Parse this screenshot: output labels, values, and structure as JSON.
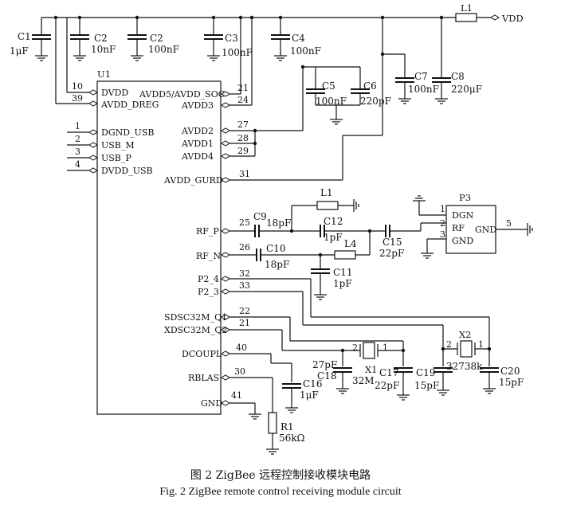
{
  "supply": {
    "net": "VDD"
  },
  "components": {
    "C1": {
      "ref": "C1",
      "value": "1μF"
    },
    "C2a": {
      "ref": "C2",
      "value": "10nF"
    },
    "C2b": {
      "ref": "C2",
      "value": "100nF"
    },
    "C3": {
      "ref": "C3",
      "value": "100nF"
    },
    "C4": {
      "ref": "C4",
      "value": "100nF"
    },
    "C5": {
      "ref": "C5",
      "value": "100nF"
    },
    "C6": {
      "ref": "C6",
      "value": "220pF"
    },
    "C7": {
      "ref": "C7",
      "value": "100nF"
    },
    "C8": {
      "ref": "C8",
      "value": "220μF"
    },
    "L1top": {
      "ref": "L1"
    },
    "L1rf": {
      "ref": "L1"
    },
    "L4": {
      "ref": "L4"
    },
    "C9": {
      "ref": "C9",
      "value": "18pF"
    },
    "C10": {
      "ref": "C10",
      "value": "18pF"
    },
    "C11": {
      "ref": "C11",
      "value": "1pF"
    },
    "C12": {
      "ref": "C12",
      "value": "1pF"
    },
    "C15": {
      "ref": "C15",
      "value": "22pF"
    },
    "C16": {
      "ref": "C16",
      "value": "1μF"
    },
    "C17": {
      "ref": "C17",
      "value": "22pF"
    },
    "C18": {
      "ref": "C18",
      "value": "27pF"
    },
    "C19": {
      "ref": "C19",
      "value": "15pF"
    },
    "C20": {
      "ref": "C20",
      "value": "15pF"
    },
    "R1": {
      "ref": "R1",
      "value": "56kΩ"
    },
    "X1": {
      "ref": "X1",
      "value": "32M"
    },
    "X2": {
      "ref": "X2",
      "value": "32738k"
    }
  },
  "u1": {
    "ref": "U1",
    "left_pins": [
      {
        "num": "10",
        "name": "DVDD"
      },
      {
        "num": "39",
        "name": "AVDD_DREG"
      },
      {
        "num": "1",
        "name": "DGND_USB"
      },
      {
        "num": "2",
        "name": "USB_M"
      },
      {
        "num": "3",
        "name": "USB_P"
      },
      {
        "num": "4",
        "name": "DVDD_USB"
      }
    ],
    "right_pins": [
      {
        "num": "21",
        "name": "AVDD5/AVDD_SOC"
      },
      {
        "num": "24",
        "name": "AVDD3"
      },
      {
        "num": "27",
        "name": "AVDD2"
      },
      {
        "num": "28",
        "name": "AVDD1"
      },
      {
        "num": "29",
        "name": "AVDD4"
      },
      {
        "num": "31",
        "name": "AVDD_GURD"
      },
      {
        "num": "25",
        "name": "RF_P"
      },
      {
        "num": "26",
        "name": "RF_N"
      },
      {
        "num": "32",
        "name": "P2_4"
      },
      {
        "num": "33",
        "name": "P2_3"
      },
      {
        "num": "22",
        "name": "SDSC32M_Q1"
      },
      {
        "num": "21",
        "name": "XDSC32M_Q2"
      },
      {
        "num": "40",
        "name": "DCOUPL"
      },
      {
        "num": "30",
        "name": "RBLAS"
      },
      {
        "num": "41",
        "name": "GND"
      }
    ]
  },
  "p3": {
    "ref": "P3",
    "pins": [
      {
        "num": "1",
        "name": "DGN"
      },
      {
        "num": "2",
        "name": "RF"
      },
      {
        "num": "3",
        "name": "GND"
      },
      {
        "num": "5",
        "name": "GND"
      }
    ]
  },
  "crystal_pins": {
    "x1_left": "2",
    "x1_right": "1",
    "x2_left": "2",
    "x2_right": "1"
  },
  "caption": {
    "cn": "图 2   ZigBee 远程控制接收模块电路",
    "en": "Fig. 2   ZigBee remote control receiving module circuit"
  }
}
